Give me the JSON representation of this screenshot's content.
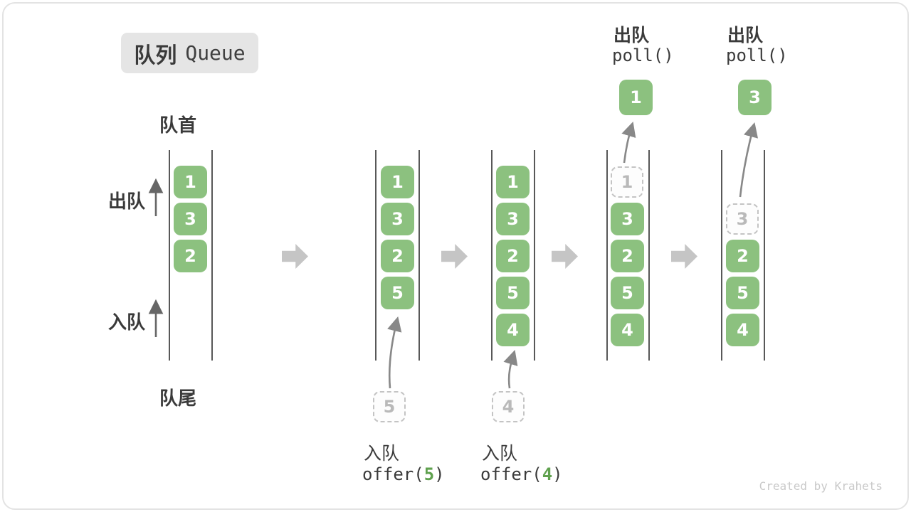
{
  "title": {
    "zh": "队列",
    "en": "Queue"
  },
  "labels": {
    "front": "队首",
    "rear": "队尾",
    "dequeue_side": "出队",
    "enqueue_side": "入队"
  },
  "colors": {
    "element_green": "#8cc17f",
    "code_arg_green": "#5fa14e",
    "text_dark": "#3b3b3b",
    "wall_gray": "#585858",
    "flow_arrow_gray": "#c5c5c5",
    "motion_arrow_gray": "#888888",
    "ghost_border": "#c4c4c4",
    "ghost_text": "#b9b9b9",
    "title_bg": "#e5e5e5",
    "watermark_gray": "#c9c9c9"
  },
  "states": [
    {
      "name": "initial",
      "slots": [
        "1",
        "3",
        "2"
      ]
    },
    {
      "name": "after-offer-5",
      "slots": [
        "1",
        "3",
        "2",
        "5"
      ],
      "ghost": "5",
      "op": {
        "label": "入队",
        "code_pre": "offer(",
        "arg": "5",
        "code_post": ")"
      }
    },
    {
      "name": "after-offer-4",
      "slots": [
        "1",
        "3",
        "2",
        "5",
        "4"
      ],
      "ghost": "4",
      "op": {
        "label": "入队",
        "code_pre": "offer(",
        "arg": "4",
        "code_post": ")"
      }
    },
    {
      "name": "after-poll-1",
      "ghost": "1",
      "slots": [
        "3",
        "2",
        "5",
        "4"
      ],
      "op": {
        "label": "出队",
        "code": "poll()"
      },
      "result": "1"
    },
    {
      "name": "after-poll-3",
      "ghost": "3",
      "slots": [
        "2",
        "5",
        "4"
      ],
      "op": {
        "label": "出队",
        "code": "poll()"
      },
      "result": "3"
    }
  ],
  "watermark": "Created by Krahets"
}
